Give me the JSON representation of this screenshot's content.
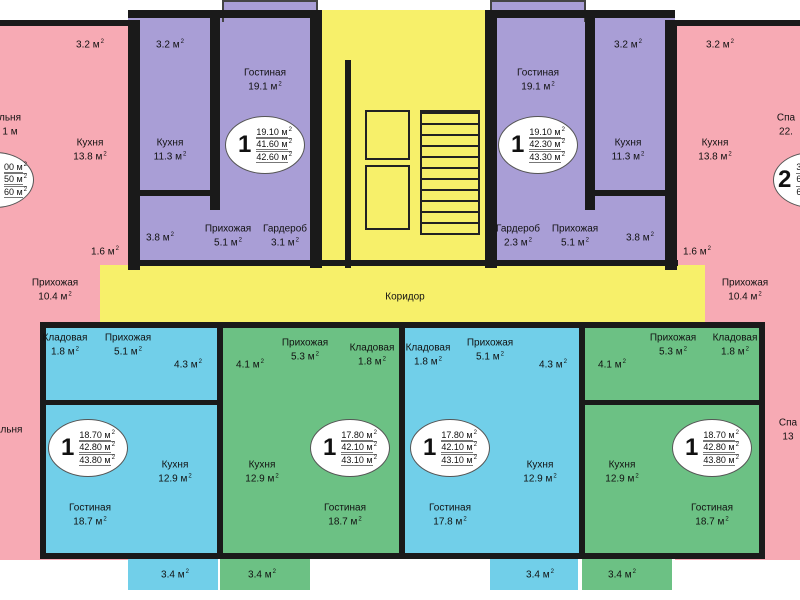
{
  "m2": "2",
  "corridor": "Коридор",
  "rooms": {
    "bal_tl": {
      "area": "3.2 м"
    },
    "kitchen_tl": {
      "name": "Кухня",
      "area": "13.8 м"
    },
    "bal_tl2": {
      "area": "3.2 м"
    },
    "kitchen_tl2": {
      "name": "Кухня",
      "area": "11.3 м"
    },
    "living_t1": {
      "name": "Гостиная",
      "area": "19.1 м"
    },
    "hall_t1": {
      "name": "Прихожая",
      "area": "5.1 м"
    },
    "ward_t1": {
      "name": "Гардероб",
      "area": "3.1 м"
    },
    "bath_t1": {
      "area": "3.8 м"
    },
    "bath_tl": {
      "area": "1.6 м"
    },
    "hall_tl": {
      "name": "Прихожая",
      "area": "10.4 м"
    },
    "living_t2": {
      "name": "Гостиная",
      "area": "19.1 м"
    },
    "ward_t2": {
      "name": "Гардероб",
      "area": "2.3 м"
    },
    "hall_t2": {
      "name": "Прихожая",
      "area": "5.1 м"
    },
    "bath_t2": {
      "area": "3.8 м"
    },
    "bal_tr2": {
      "area": "3.2 м"
    },
    "kitchen_tr2": {
      "name": "Кухня",
      "area": "11.3 м"
    },
    "bal_tr": {
      "area": "3.2 м"
    },
    "kitchen_tr": {
      "name": "Кухня",
      "area": "13.8 м"
    },
    "bath_tr": {
      "area": "1.6 м"
    },
    "hall_tr": {
      "name": "Прихожая",
      "area": "10.4 м"
    },
    "store_b1": {
      "name": "Кладовая",
      "area": "1.8 м"
    },
    "hall_b1": {
      "name": "Прихожая",
      "area": "5.1 м"
    },
    "bath_b1": {
      "area": "4.3 м"
    },
    "kitchen_b1": {
      "name": "Кухня",
      "area": "12.9 м"
    },
    "living_b1": {
      "name": "Гостиная",
      "area": "18.7 м"
    },
    "bal_b1": {
      "area": "3.4 м"
    },
    "bath_b2": {
      "area": "4.1 м"
    },
    "hall_b2": {
      "name": "Прихожая",
      "area": "5.3 м"
    },
    "store_b2": {
      "name": "Кладовая",
      "area": "1.8 м"
    },
    "kitchen_b2": {
      "name": "Кухня",
      "area": "12.9 м"
    },
    "living_b2": {
      "name": "Гостиная",
      "area": "18.7 м"
    },
    "bal_b2": {
      "area": "3.4 м"
    },
    "store_b3": {
      "name": "Кладовая",
      "area": "1.8 м"
    },
    "hall_b3": {
      "name": "Прихожая",
      "area": "5.1 м"
    },
    "bath_b3": {
      "area": "4.3 м"
    },
    "living_b3": {
      "name": "Гостиная",
      "area": "17.8 м"
    },
    "kitchen_b3": {
      "name": "Кухня",
      "area": "12.9 м"
    },
    "bal_b3": {
      "area": "3.4 м"
    },
    "bath_b4": {
      "area": "4.1 м"
    },
    "kitchen_b4": {
      "name": "Кухня",
      "area": "12.9 м"
    },
    "bal_b4": {
      "area": "3.4 м"
    },
    "hall_b5": {
      "name": "Прихожая",
      "area": "5.3 м"
    },
    "store_b5": {
      "name": "Кладовая",
      "area": "1.8 м"
    },
    "living_b5": {
      "name": "Гостиная",
      "area": "18.7 м"
    },
    "left_top_partial": {
      "name": "льня",
      "area": "1 м"
    },
    "left_bottom_partial": {
      "name": "пальня"
    },
    "right_top_partial": {
      "name": "Спа",
      "area": "22."
    },
    "right_bottom_partial": {
      "name": "Спа",
      "area": "13"
    }
  },
  "badges": {
    "t1": {
      "rooms": "1",
      "vals": [
        "19.10 м",
        "41.60 м",
        "42.60 м"
      ]
    },
    "t2": {
      "rooms": "1",
      "vals": [
        "19.10 м",
        "42.30 м",
        "43.30 м"
      ]
    },
    "b1": {
      "rooms": "1",
      "vals": [
        "18.70 м",
        "42.80 м",
        "43.80 м"
      ]
    },
    "b2": {
      "rooms": "1",
      "vals": [
        "17.80 м",
        "42.10 м",
        "43.10 м"
      ]
    },
    "b3": {
      "rooms": "1",
      "vals": [
        "17.80 м",
        "42.10 м",
        "43.10 м"
      ]
    },
    "b4": {
      "rooms": "1",
      "vals": [
        "18.70 м",
        "42.80 м",
        "43.80 м"
      ]
    },
    "left_partial": {
      "vals": [
        "00 м",
        "50 м",
        "60 м"
      ]
    },
    "right_partial": {
      "rooms": "2",
      "vals": [
        "3",
        "6",
        "6"
      ]
    }
  },
  "colors": {
    "pink": "#f7aab4",
    "purple": "#a99ed6",
    "yellow": "#f7f06a",
    "cyan": "#71cfe9",
    "green": "#6cc184",
    "wall": "#1a1a1a"
  }
}
